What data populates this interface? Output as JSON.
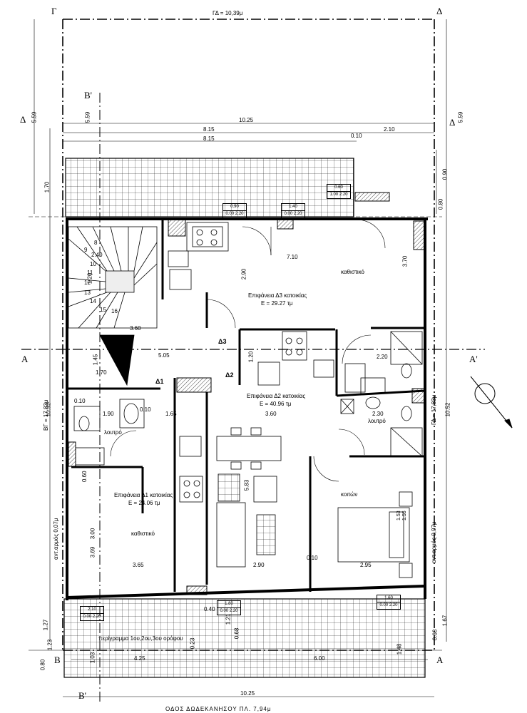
{
  "corners": {
    "top_left": "Γ",
    "top_right": "Δ",
    "bottom_left": "Β",
    "bottom_right": "Α"
  },
  "section_marks": {
    "b_top": "Β'",
    "b_bottom": "Β'",
    "a_left": "Α",
    "a_right": "Α'",
    "d_left": "Δ",
    "d_right": "Δ"
  },
  "top_boundary": "ΓΔ = 10,39μ",
  "dimensions": {
    "top_total": "10.25",
    "top_815a": "8.15",
    "top_815b": "8.15",
    "top_010": "0.10",
    "top_210": "2.10",
    "left_559": "5.59",
    "left_559b": "5.59",
    "right_559": "5.59",
    "left_170": "1.70",
    "right_090": "0.90",
    "right_080": "0.80",
    "left_1092": "10.92",
    "right_1052": "10.52",
    "int_710": "7.10",
    "int_370": "3.70",
    "int_290": "2.90",
    "int_360a": "3.60",
    "int_505": "5.05",
    "int_145": "1.45",
    "int_170": "1.70",
    "int_120": "1.20",
    "int_220": "2.20",
    "int_190": "1.90",
    "int_165": "1.65",
    "int_360b": "3.60",
    "int_230": "2.30",
    "int_583": "5.83",
    "int_365": "3.65",
    "int_290b": "2.90",
    "int_295": "2.95",
    "int_010": "0.10",
    "int_040": "0.40",
    "int_121": "1.21",
    "int_068": "0.68",
    "int_023": "0.23",
    "bot_127": "1.27",
    "bot_123": "1.23",
    "bot_080": "0.80",
    "bot_103": "1.03",
    "bot_425": "4.25",
    "bot_600": "6.00",
    "bot_148": "1.48",
    "bot_068": "0.68",
    "bot_167": "1.67",
    "bottom_total": "10.25",
    "left_3003": "3.00",
    "left_369": "3.69",
    "stair_240": "2.40",
    "stair_120": "1.20"
  },
  "stair_steps": [
    "8",
    "9",
    "10",
    "11",
    "12",
    "13",
    "14",
    "15",
    "16"
  ],
  "window_tags": [
    {
      "w": "0.90",
      "a": "0.00",
      "b": "2.20"
    },
    {
      "w": "1.40",
      "a": "0.00",
      "b": "2.20"
    },
    {
      "w": "0.60",
      "a": "1.00",
      "b": "2.20"
    },
    {
      "w": "2.10",
      "a": "0.00",
      "b": "2.20"
    },
    {
      "w": "1.80",
      "a": "0.00",
      "b": "2.20"
    },
    {
      "w": "1.60",
      "a": "0.00",
      "b": "2.20"
    }
  ],
  "rooms": {
    "living_d3": "καθιστικό",
    "area_d3_title": "Επιφάνεια Δ3 κατοικίας",
    "area_d3_value": "Ε = 29.27 τμ",
    "area_d2_title": "Επιφάνεια Δ2 κατοικίας",
    "area_d2_value": "Ε = 40.96 τμ",
    "bath_left": "λουτρό",
    "bath_right": "λουτρό",
    "area_d1_title": "Επιφάνεια Δ1 κατοικίας",
    "area_d1_value": "Ε = 24.06 τμ",
    "living_d1": "καθιστικό",
    "bedroom": "κοιτών"
  },
  "unit_marks": {
    "d1": "Δ1",
    "d2": "Δ2",
    "d3": "Δ3"
  },
  "side_labels": {
    "bg": "ΒΓ = 17,83μ",
    "gd": "ΓΔ = 17,83μ",
    "left_road": "αντ.αρμός 0,07μ",
    "right_road": "αντ.αρμός 0,07μ",
    "v0": "0.60",
    "v1": "0.10",
    "v2": "0.10"
  },
  "outline_note": "περίγραμμα 1ου,2ου,3ου ορόφου",
  "street": "ΟΔΟΣ ΔΩΔΕΚΑΝΗΣΟΥ  ΠΛ. 7,94μ",
  "bed_dims": {
    "a": "1.53",
    "b": "1.55"
  }
}
